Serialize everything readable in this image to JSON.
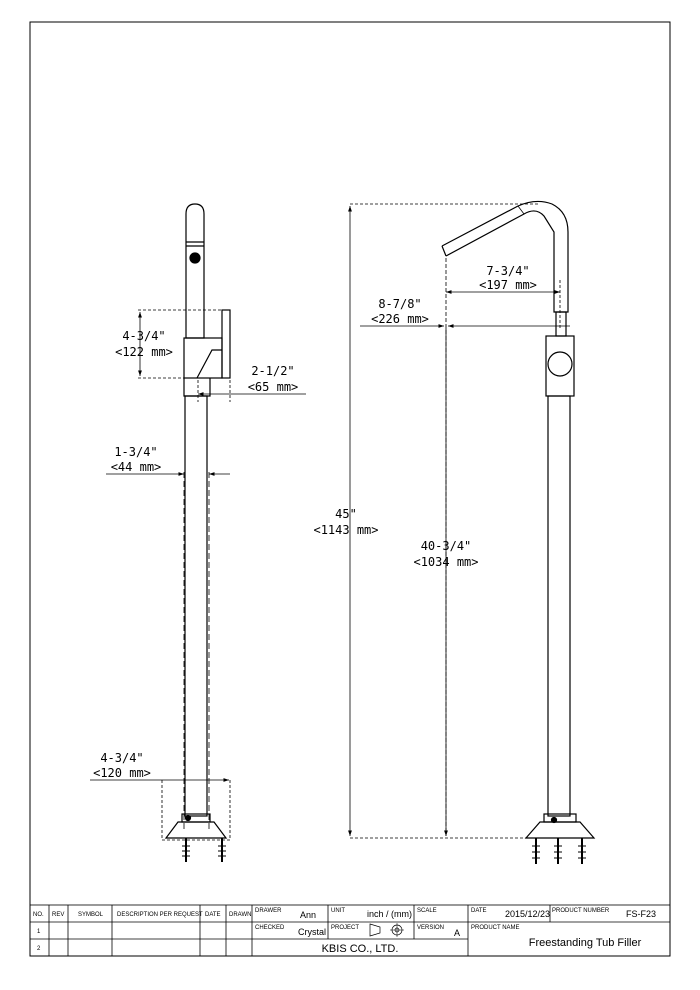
{
  "front_view": {
    "dim_handle_height": {
      "in": "4-3/4\"",
      "mm": "<122 mm>"
    },
    "dim_handle_depth": {
      "in": "2-1/2\"",
      "mm": "<65 mm>"
    },
    "dim_pipe_width": {
      "in": "1-3/4\"",
      "mm": "<44 mm>"
    },
    "dim_base_width": {
      "in": "4-3/4\"",
      "mm": "<120 mm>"
    }
  },
  "side_view": {
    "dim_spout_reach": {
      "in": "7-3/4\"",
      "mm": "<197 mm>"
    },
    "dim_spout_offset": {
      "in": "8-7/8\"",
      "mm": "<226 mm>"
    },
    "dim_total_height": {
      "in": "45\"",
      "mm": "<1143 mm>"
    },
    "dim_spout_height": {
      "in": "40-3/4\"",
      "mm": "<1034 mm>"
    }
  },
  "title_block": {
    "headers": {
      "no": "NO.",
      "rev": "REV",
      "symbol": "SYMBOL",
      "description": "DESCRIPTION PER REQUEST",
      "date": "DATE",
      "drawn": "DRAWN",
      "drawer": "DRAWER",
      "unit": "UNIT",
      "scale": "SCALE",
      "date2": "DATE",
      "product_number": "PRODUCT NUMBER",
      "checked": "CHECKED",
      "project": "PROJECT",
      "version": "VERSION",
      "product_name": "PRODUCT NAME"
    },
    "rows": [
      "1",
      "2"
    ],
    "drawer": "Ann",
    "checked": "Crystal",
    "unit": "inch / (mm)",
    "version": "A",
    "date": "2015/12/23",
    "product_number": "FS-F23",
    "company": "KBIS CO., LTD.",
    "product_name": "Freestanding Tub Filler"
  }
}
